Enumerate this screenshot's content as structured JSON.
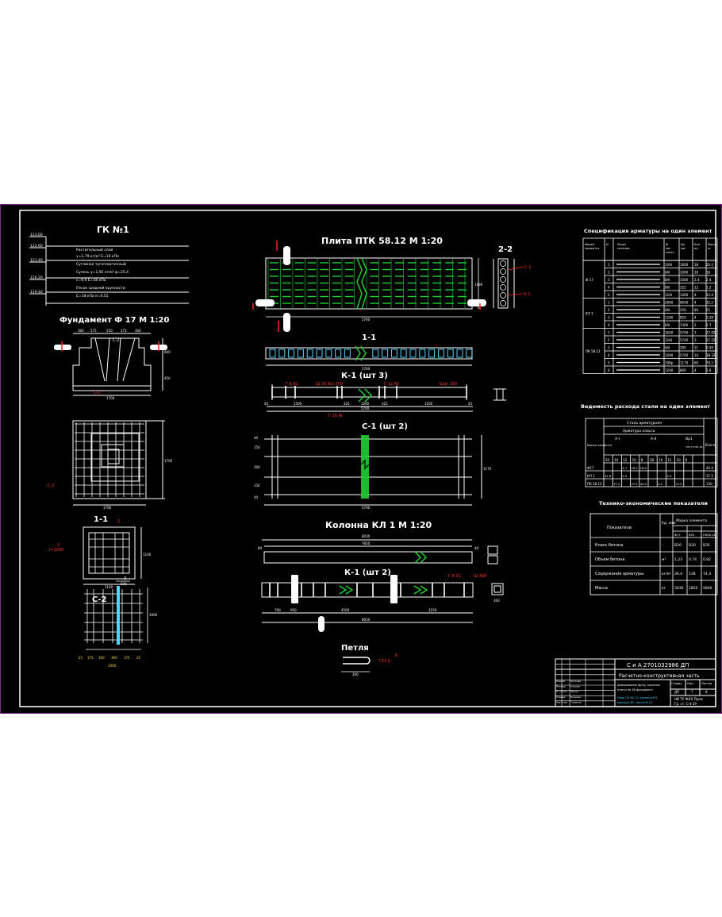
{
  "titles": {
    "gk": "ГК №1",
    "foundation": "Фундамент Ф 17  М 1:20",
    "section_1_1_left": "1-1",
    "section_c2_left": "С-2",
    "slab": "Плита ПТК 58.12  М 1:20",
    "section_2_2": "2-2",
    "section_1_1_mid": "1-1",
    "k1_3": "К-1 (шт 3)",
    "c1_2": "С-1 (шт 2)",
    "column": "Колонна КЛ 1  М 1:20",
    "k1_2": "К-1 (шт 2)",
    "loop": "Петля"
  },
  "soil_labels": {
    "levels": [
      "123.00",
      "122.60",
      "121.40",
      "120.20",
      "119.40"
    ],
    "layer1": "Растительный слой",
    "layer2a": "γ=1,79 кг/м³  Е=10 кПа",
    "layer2b": "Суглинок тугопластичный",
    "layer3a": "Супесь γ=1,92 кг/м³ φ=25,4",
    "layer3b": "с=9,6  Е=18 кПа",
    "layer4a": "Песок средней крупности",
    "layer4b": "Е=18 кПа  е=0,55"
  },
  "left_dims": {
    "f_top": [
      "300",
      "275",
      "550",
      "275",
      "300"
    ],
    "f_bottom": "1700",
    "f_height": "600",
    "f_side": "450",
    "plan_width": "1700",
    "plan_height": "1700",
    "s11_w": "1100",
    "s11_h": "1100",
    "c2_top": "500",
    "c2_bottom": [
      "25",
      "175",
      "300",
      "300",
      "175",
      "25"
    ],
    "c2_total": "1000",
    "c2_h": "1000",
    "label_c1": "С-1",
    "label_c2": "С-2",
    "label_l1000": "l=1000",
    "label_2": "2",
    "label_3": "3"
  },
  "mid_dims": {
    "slab_len": "5760",
    "slab_h": "1190",
    "k1_parts": [
      "1500",
      "325",
      "1000",
      "325",
      "1500"
    ],
    "k1_total": "5700",
    "k1_ends": [
      "45",
      "45"
    ],
    "k1_rebar": [
      "Г 6  А1",
      "Ш 20 Аш 300",
      "Г 12  А1",
      "Шаг 100",
      "Г 16 АI"
    ],
    "c1_len": "5700",
    "c1_h": "1170",
    "c1_left": [
      "40",
      "150",
      "300",
      "150",
      "40"
    ],
    "col_top": "8030",
    "col_mid": "7850",
    "col_ends": [
      "80",
      "40"
    ],
    "col_bot": [
      "700",
      "950",
      "4500",
      "3150"
    ],
    "col_total": "8050",
    "col_rebar": [
      "Г 6  31",
      "Ш 400"
    ],
    "col_sect": "300",
    "loop_len": "300",
    "loop_rebar": "Г12  Б",
    "loop_num": "6",
    "label_c1": "С-1",
    "label_k1": "К-1",
    "label_c2": "С-2"
  },
  "spec_table": {
    "title": "Спецификация арматуры на один элемент",
    "headers": [
      "Марка элемента",
      "N",
      "Эскиз сечения",
      "Ф мм класс",
      "Дл мм",
      "Кол шт",
      "Масса кг"
    ],
    "groups": [
      {
        "name": "Ф 17",
        "rows": [
          [
            "1",
            "10АI",
            "1600",
            "18",
            "20.2"
          ],
          [
            "2",
            "8АI",
            "1000",
            "16",
            "16"
          ],
          [
            "3",
            "8АI",
            "1000",
            "2.4",
            "2.4"
          ],
          [
            "4",
            "8АI",
            "325",
            "12",
            "1.2"
          ],
          [
            "5",
            "12АI",
            "1400",
            "4",
            "15.4"
          ]
        ]
      },
      {
        "name": "КЛ 1",
        "rows": [
          [
            "1",
            "28АII",
            "8030",
            "4",
            "32.2"
          ],
          [
            "2",
            "6АI",
            "250",
            "84",
            "21"
          ],
          [
            "3",
            "12АII",
            "820",
            "4",
            "3.28"
          ],
          [
            "4",
            "6АI",
            "1300",
            "2",
            "2.7"
          ]
        ]
      },
      {
        "name": "ПК 58.12",
        "rows": [
          [
            "1",
            "16АII",
            "5740",
            "3",
            "27.02"
          ],
          [
            "2",
            "12АI",
            "5740",
            "3",
            "17.22"
          ],
          [
            "3",
            "6АI",
            "290",
            "11",
            "0.59"
          ],
          [
            "4",
            "10АII",
            "5740",
            "14",
            "38.32"
          ],
          [
            "5",
            "10Вр",
            "1174",
            "60",
            "70.2"
          ],
          [
            "6",
            "12АII",
            "800",
            "4",
            "2.8"
          ]
        ]
      }
    ]
  },
  "steel_table": {
    "title": "Ведомость расхода стали на один элемент",
    "header1": "Сталь арматурная",
    "header2": "Арматура класса",
    "classes": [
      "А-I",
      "А-II",
      "Вр1"
    ],
    "sub": "ГОСТ 5781-82",
    "total": "Всего",
    "mark": "Марка элемента",
    "diams": [
      "20",
      "16",
      "12",
      "10",
      "8",
      "28",
      "16",
      "12",
      "10",
      "6"
    ],
    "rows": [
      [
        "Ф17",
        "",
        "",
        "4.7",
        "16.2",
        "18.4",
        "",
        "",
        "",
        "",
        "44.4"
      ],
      [
        "КЛ 1",
        "31.8",
        "",
        "2.5",
        "",
        "",
        "",
        "",
        "3.3",
        "",
        "37.5"
      ],
      [
        "ПК 58.12",
        "",
        "27.2",
        "",
        "27.5",
        "30.9",
        "",
        "4.2",
        "",
        "72.5",
        "130"
      ]
    ]
  },
  "tech_table": {
    "title": "Технико-экономические показатели",
    "headers": [
      "Показатели",
      "Ед. изм",
      "Марка элемента"
    ],
    "marks": [
      "Ф17",
      "КЛ1",
      "ПК58.12"
    ],
    "rows": [
      [
        "Класс бетона",
        "-",
        "В20",
        "В20",
        "В35"
      ],
      [
        "Объем бетона",
        "м³",
        "1,23",
        "0.74",
        "0.82"
      ],
      [
        "Содержание арматуры",
        "кг/м³",
        "36.4",
        "138",
        "74.3"
      ],
      [
        "Масса",
        "кг",
        "3030",
        "1850",
        "2840"
      ]
    ]
  },
  "stamp": {
    "code": "С и А  2701032986 ДП",
    "title": "Расчетно-конструктивная часть",
    "desc_a": "Армирование фунд. колонны",
    "desc_b": "плиты на 3В фундамент",
    "desc_c": "План ГК 58.12, колонна КЛ,",
    "desc_d": "каркасы ВС, петля Ф 12",
    "stage_h": [
      "Стадия",
      "Лист",
      "Листов"
    ],
    "stage_v": [
      "ДП",
      "7",
      "8"
    ],
    "org_a": "НИ ТУ ЖКХ Пром",
    "org_b": "Гр. ст. С-4-29",
    "roles": [
      "Разраб.",
      "Провер.",
      "Н. контр.",
      "Утверд.",
      "Зав. каф."
    ],
    "names": [
      "Петрова",
      "Алешин",
      "Орлов",
      "Кузьмин",
      "Горшков"
    ]
  },
  "colors": {
    "background": "#000000",
    "line": "#ffffff",
    "mesh": "#22cc33",
    "cut": "#ff2222",
    "annotation": "#ffd84a",
    "note": "#4fd4ff",
    "frame": "#7a2a86"
  }
}
